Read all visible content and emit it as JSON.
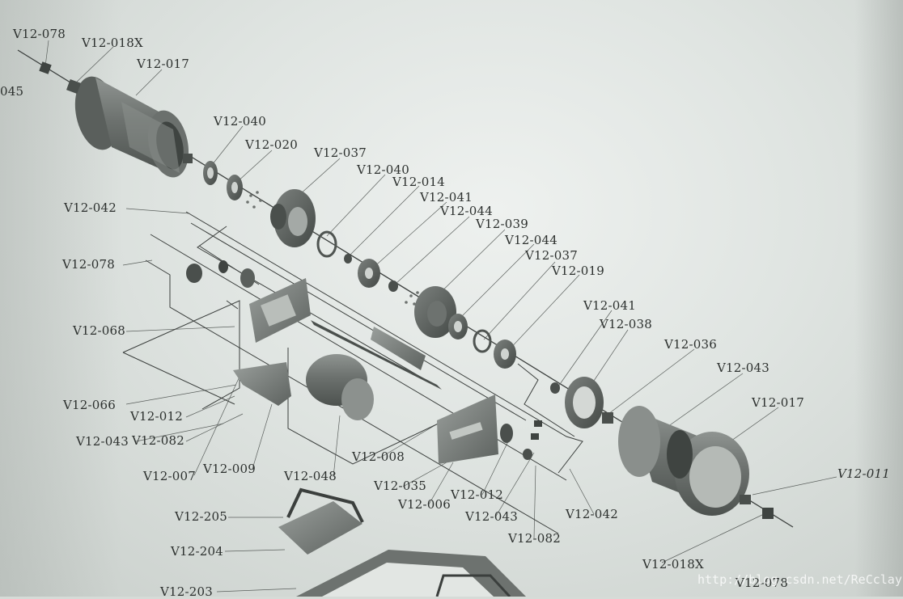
{
  "labels": [
    "045",
    "V12-078",
    "V12-018X",
    "V12-017",
    "V12-040",
    "V12-020",
    "V12-037",
    "V12-040",
    "V12-014",
    "V12-041",
    "V12-044",
    "V12-039",
    "V12-044",
    "V12-037",
    "V12-019",
    "V12-042",
    "V12-078",
    "V12-068",
    "V12-066",
    "V12-012",
    "V12-043",
    "V12-082",
    "V12-007",
    "V12-009",
    "V12-048",
    "V12-008",
    "V12-035",
    "V12-006",
    "V12-012",
    "V12-043",
    "V12-082",
    "V12-042",
    "V12-041",
    "V12-038",
    "V12-036",
    "V12-043",
    "V12-017",
    "V12-011",
    "V12-018X",
    "V12-078",
    "V12-205",
    "V12-204",
    "V12-203"
  ],
  "watermark": "http://blog.csdn.net/ReCclay"
}
